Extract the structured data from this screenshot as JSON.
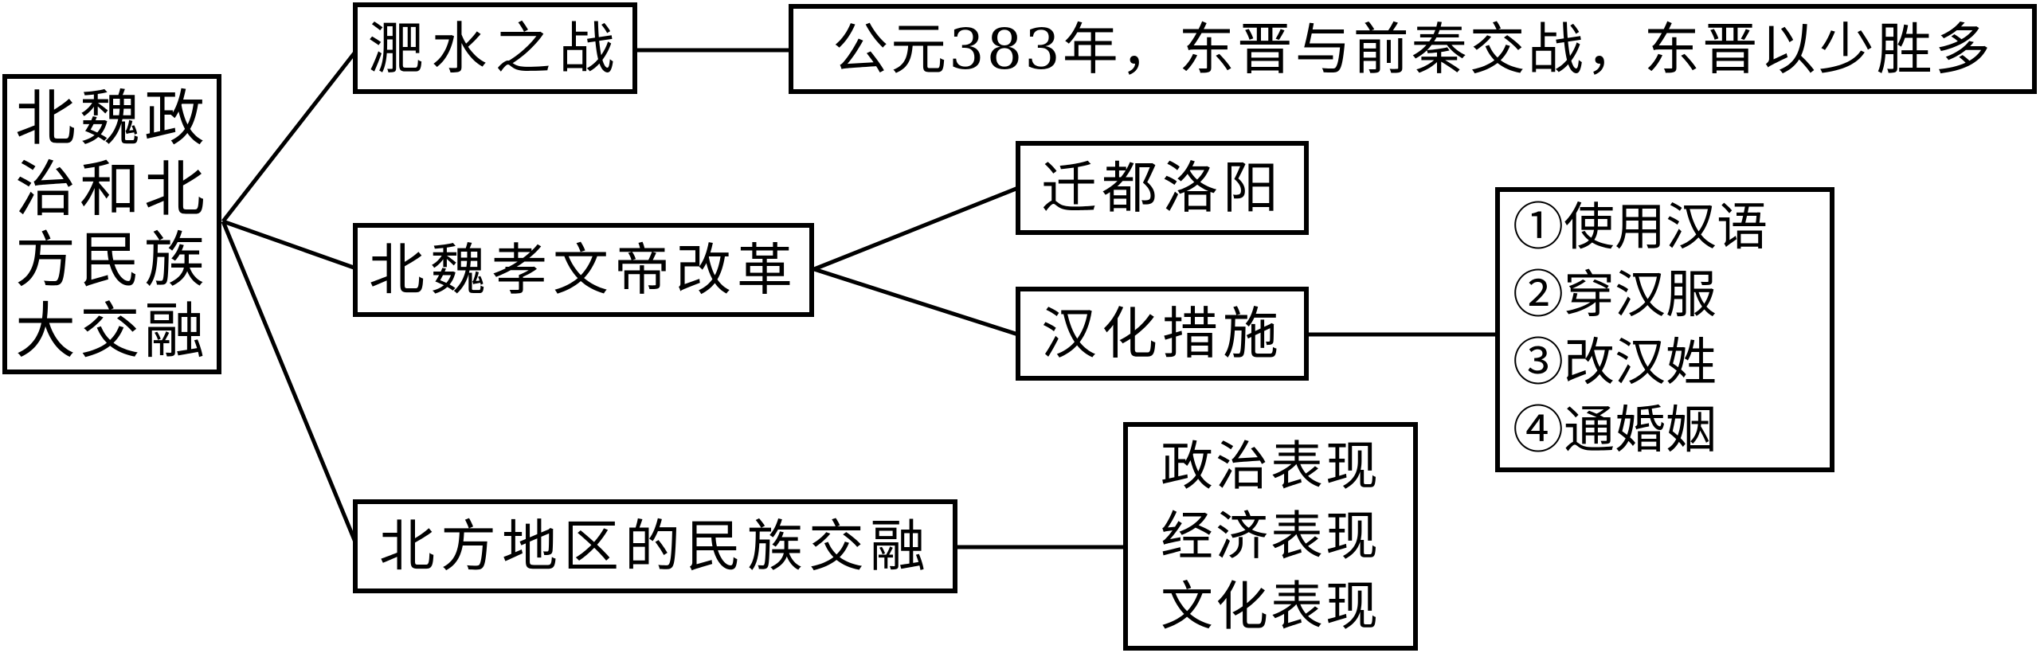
{
  "page": {
    "background_color": "#ffffff",
    "line_color": "#000000",
    "text_color": "#000000"
  },
  "diagram": {
    "root": {
      "label": "北魏政治和北方民族大交融",
      "lines": [
        "北魏政",
        "治和北",
        "方民族",
        "大交融"
      ]
    },
    "feishui": {
      "label": "淝水之战",
      "detail": "公元383年，东晋与前秦交战，东晋以少胜多"
    },
    "reform": {
      "label": "北魏孝文帝改革",
      "children": {
        "qiandu": {
          "label": "迁都洛阳"
        },
        "hanhua": {
          "label": "汉化措施",
          "measures": [
            "①使用汉语",
            "②穿汉服",
            "③改汉姓",
            "④通婚姻"
          ]
        }
      }
    },
    "ronghe": {
      "label": "北方地区的民族交融",
      "aspects": [
        "政治表现",
        "经济表现",
        "文化表现"
      ]
    }
  }
}
